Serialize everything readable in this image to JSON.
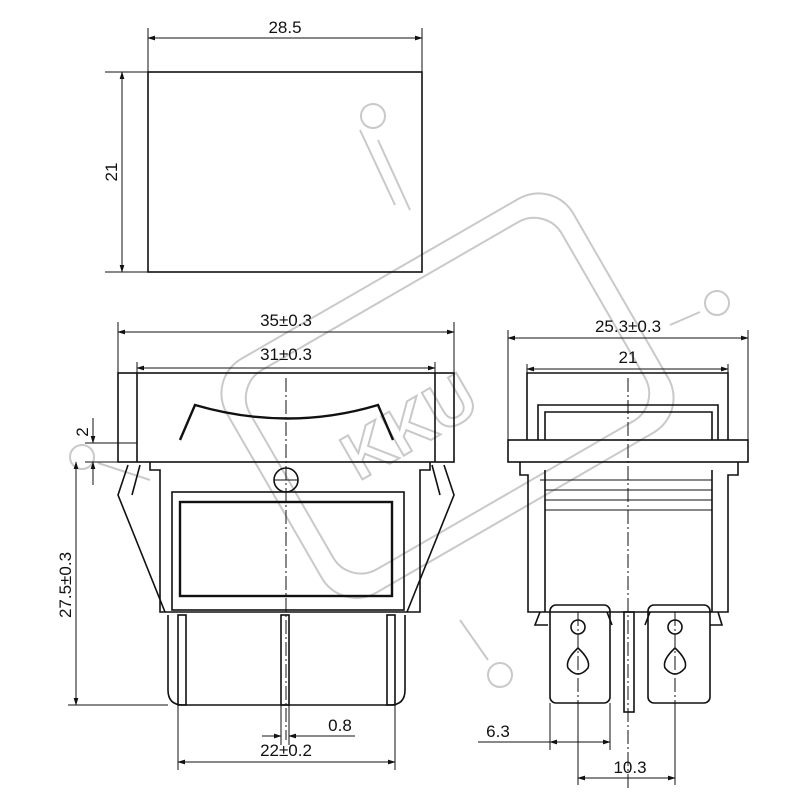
{
  "top_view": {
    "width_label": "28.5",
    "height_label": "21"
  },
  "front_view": {
    "overall_width_label": "35±0.3",
    "inner_width_label": "31±0.3",
    "flange_height_label": "2",
    "body_height_label": "27.5±0.3",
    "pin_thickness_label": "0.8",
    "pin_span_label": "22±0.2"
  },
  "side_view": {
    "overall_width_label": "25.3±0.3",
    "inner_width_label": "21",
    "pin_width_label": "6.3",
    "pin_pitch_label": "10.3"
  },
  "watermark": {
    "text": "KKU"
  }
}
